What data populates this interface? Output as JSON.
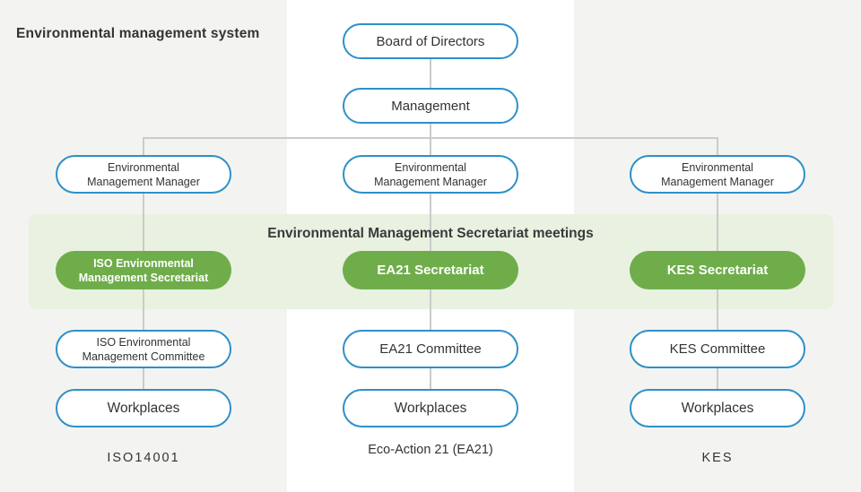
{
  "title": "Environmental management system",
  "band_title": "Environmental Management Secretariat meetings",
  "hierarchy": {
    "board": {
      "label": "Board of Directors"
    },
    "management": {
      "label": "Management"
    }
  },
  "columns": [
    {
      "system": "ISO14001",
      "manager": {
        "lines": [
          "Environmental",
          "Management Manager"
        ]
      },
      "secretariat": {
        "lines": [
          "ISO Environmental",
          "Management Secretariat"
        ]
      },
      "committee": {
        "lines": [
          "ISO Environmental",
          "Management Committee"
        ]
      },
      "workplaces": {
        "label": "Workplaces"
      },
      "footer": {
        "lines": [
          "ISO14001"
        ]
      }
    },
    {
      "system": "Eco-Action 21 (EA21)",
      "manager": {
        "lines": [
          "Environmental",
          "Management Manager"
        ]
      },
      "secretariat": {
        "lines": [
          "EA21 Secretariat"
        ]
      },
      "committee": {
        "lines": [
          "EA21 Committee"
        ]
      },
      "workplaces": {
        "label": "Workplaces"
      },
      "footer": {
        "lines": [
          "Eco-Action 21",
          "(EA21)"
        ]
      }
    },
    {
      "system": "KES",
      "manager": {
        "lines": [
          "Environmental",
          "Management Manager"
        ]
      },
      "secretariat": {
        "lines": [
          "KES Secretariat"
        ]
      },
      "committee": {
        "lines": [
          "KES Committee"
        ]
      },
      "workplaces": {
        "label": "Workplaces"
      },
      "footer": {
        "lines": [
          "KES"
        ]
      }
    }
  ],
  "colors": {
    "panel_bg": "#f3f4f1",
    "band_bg": "#e9f1e0",
    "pill_green": "#6fad4b",
    "pill_border_blue": "#2e90c8",
    "connector_gray": "#cbcbcb",
    "text": "#333333"
  }
}
